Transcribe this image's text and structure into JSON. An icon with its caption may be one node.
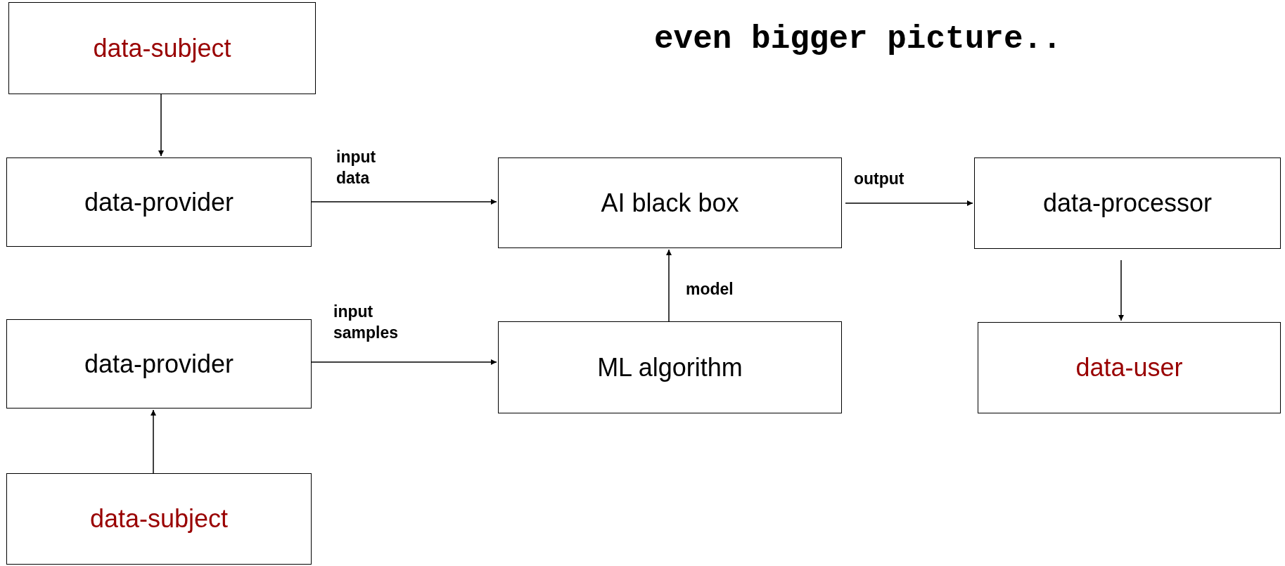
{
  "diagram": {
    "title": "even bigger picture..",
    "nodes": [
      {
        "text": [
          "data-subject"
        ]
      },
      {
        "text": [
          "data-provider"
        ]
      },
      {
        "text": [
          "AI black box"
        ]
      },
      {
        "text": [
          "data-processor"
        ]
      },
      {
        "text": [
          "data-provider"
        ]
      },
      {
        "text": [
          "ML algorithm"
        ]
      },
      {
        "text": [
          "data-user"
        ]
      },
      {
        "text": [
          "data-subject"
        ]
      }
    ],
    "edges": [
      {
        "from": 0,
        "to": 1,
        "arrow": "to"
      },
      {
        "from": 1,
        "to": 2,
        "arrow": "to",
        "label": "input data"
      },
      {
        "from": 2,
        "to": 3,
        "arrow": "to",
        "label": "output"
      },
      {
        "from": 3,
        "to": 6,
        "arrow": "to"
      },
      {
        "from": 4,
        "to": 5,
        "arrow": "to",
        "label": "input samples"
      },
      {
        "from": 5,
        "to": 2,
        "arrow": "to",
        "label": "model"
      },
      {
        "from": 7,
        "to": 4,
        "arrow": "to"
      }
    ]
  }
}
